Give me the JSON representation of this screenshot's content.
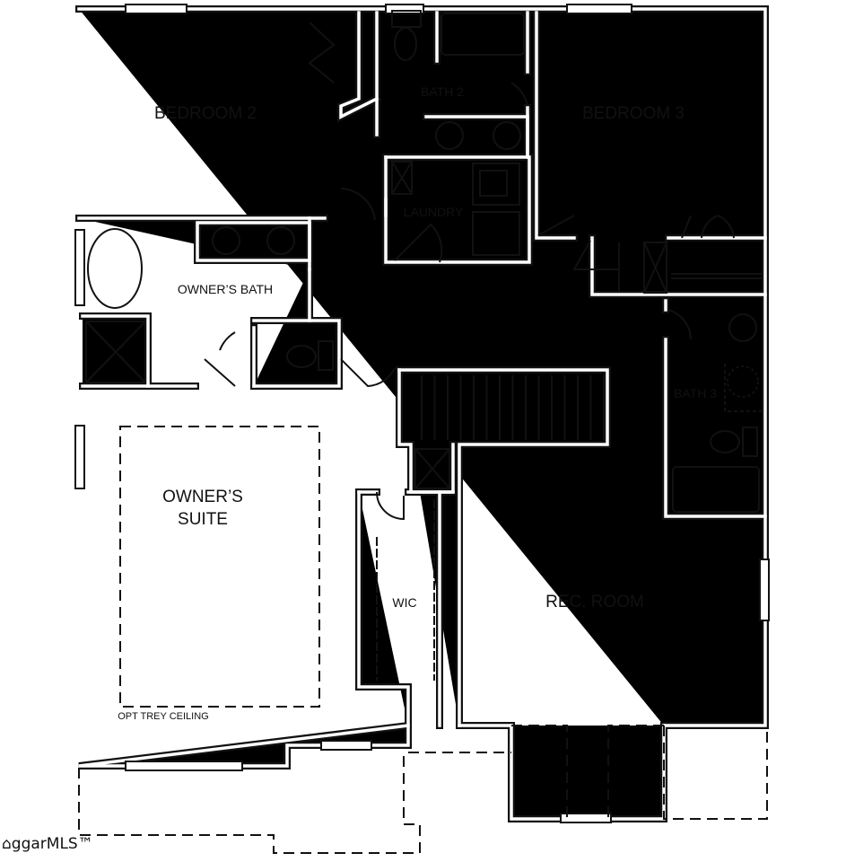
{
  "rooms": {
    "bedroom2": "BEDROOM 2",
    "bath2": "BATH 2",
    "bedroom3": "BEDROOM 3",
    "laundry": "LAUNDRY",
    "owners_bath": "OWNER’S BATH",
    "bath3": "BATH 3",
    "owners_suite_line1": "OWNER’S",
    "owners_suite_line2": "SUITE",
    "wic": "WIC",
    "rec_room": "REC. ROOM"
  },
  "notes": {
    "trey_ceiling": "OPT TREY CEILING"
  },
  "logo": {
    "text": "ggarMLS™"
  }
}
